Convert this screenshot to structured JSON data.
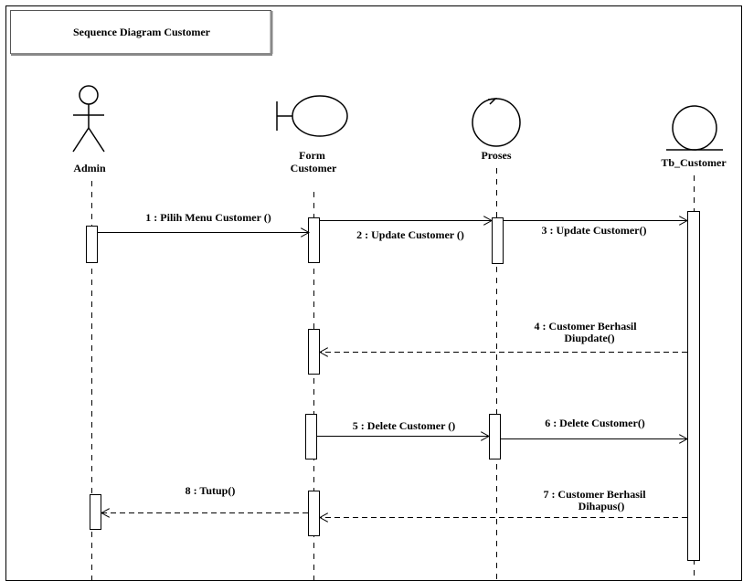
{
  "diagram": {
    "title": "Sequence Diagram Customer",
    "participants": [
      {
        "id": "admin",
        "type": "actor",
        "label_lines": [
          "Admin"
        ]
      },
      {
        "id": "form",
        "type": "boundary",
        "label_lines": [
          "Form",
          "Customer"
        ]
      },
      {
        "id": "proses",
        "type": "control",
        "label_lines": [
          "Proses"
        ]
      },
      {
        "id": "tb",
        "type": "entity",
        "label_lines": [
          "Tb_Customer"
        ]
      }
    ],
    "messages": [
      {
        "id": "m1",
        "label_lines": [
          "1 : Pilih Menu Customer ()"
        ],
        "from": "admin",
        "to": "form",
        "kind": "call"
      },
      {
        "id": "m2",
        "label_lines": [
          "2 : Update Customer  ()"
        ],
        "from": "form",
        "to": "proses",
        "kind": "call"
      },
      {
        "id": "m3",
        "label_lines": [
          "3 : Update Customer()"
        ],
        "from": "proses",
        "to": "tb",
        "kind": "call"
      },
      {
        "id": "m4",
        "label_lines": [
          "4 : Customer  Berhasil",
          "Diupdate()"
        ],
        "from": "tb",
        "to": "form",
        "kind": "return"
      },
      {
        "id": "m5",
        "label_lines": [
          "5 : Delete  Customer ()"
        ],
        "from": "form",
        "to": "proses",
        "kind": "call"
      },
      {
        "id": "m6",
        "label_lines": [
          "6 : Delete Customer()"
        ],
        "from": "proses",
        "to": "tb",
        "kind": "call"
      },
      {
        "id": "m7",
        "label_lines": [
          "7 : Customer Berhasil",
          "Dihapus()"
        ],
        "from": "tb",
        "to": "form",
        "kind": "return"
      },
      {
        "id": "m8",
        "label_lines": [
          "8 : Tutup()"
        ],
        "from": "form",
        "to": "admin",
        "kind": "return"
      }
    ]
  }
}
